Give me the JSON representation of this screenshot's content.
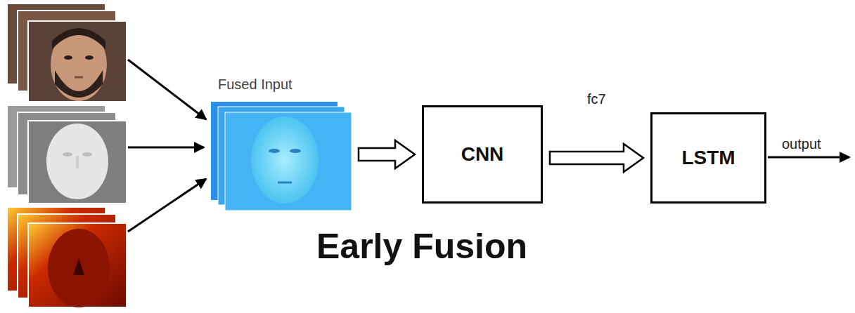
{
  "diagram": {
    "caption": "Early Fusion",
    "nodes": [
      {
        "text": [
          "Fused Input"
        ]
      },
      {
        "text": [
          "CNN"
        ]
      },
      {
        "text": [
          "LSTM"
        ]
      }
    ],
    "edges": [
      {
        "from": 0,
        "to": 1,
        "arrow": "to"
      },
      {
        "from": 1,
        "to": 2,
        "label": "fc7",
        "arrow": "to"
      }
    ],
    "labels": [
      "output"
    ]
  }
}
